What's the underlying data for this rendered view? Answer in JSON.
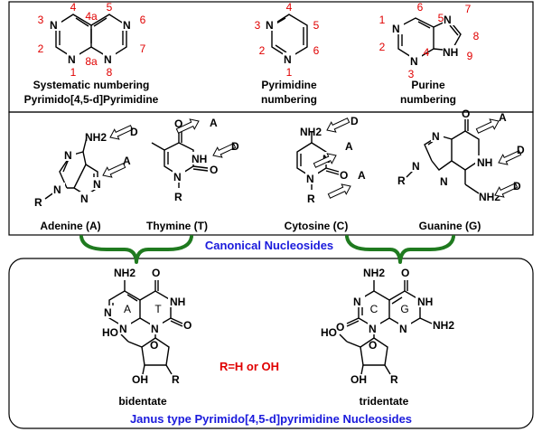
{
  "top_panel": {
    "systematic": {
      "line1": "Systematic numbering",
      "line2": "Pyrimido[4,5-d]Pyrimidine",
      "numbers": [
        "3",
        "4",
        "4a",
        "5",
        "6",
        "2",
        "7",
        "1",
        "8a",
        "8"
      ]
    },
    "pyrimidine": {
      "line1": "Pyrimidine",
      "line2": "numbering",
      "numbers": [
        "3",
        "4",
        "5",
        "2",
        "6",
        "1"
      ]
    },
    "purine": {
      "line1": "Purine",
      "line2": "numbering",
      "numbers": [
        "6",
        "5",
        "7",
        "1",
        "8",
        "2",
        "4",
        "9",
        "3"
      ]
    }
  },
  "atoms": {
    "N": "N",
    "NH": "NH",
    "NH2": "NH2",
    "O": "O",
    "R": "R",
    "HO": "HO",
    "OH": "OH",
    "D": "D",
    "A": "A",
    "ring_A": "A",
    "ring_T": "T",
    "ring_C": "C",
    "ring_G": "G"
  },
  "middle_panel": {
    "adenine": "Adenine (A)",
    "thymine": "Thymine (T)",
    "cytosine": "Cytosine (C)",
    "guanine": "Guanine (G)"
  },
  "canonical_label": "Canonical  Nucleosides",
  "bottom_panel": {
    "bidentate": "bidentate",
    "tridentate": "tridentate",
    "r_note": "R=H or OH",
    "title": "Janus type Pyrimido[4,5-d]pyrimidine Nucleosides"
  },
  "colors": {
    "numbering": "#e00000",
    "caption_blue": "#1a1adc",
    "brace_green": "#1f7a1f"
  }
}
